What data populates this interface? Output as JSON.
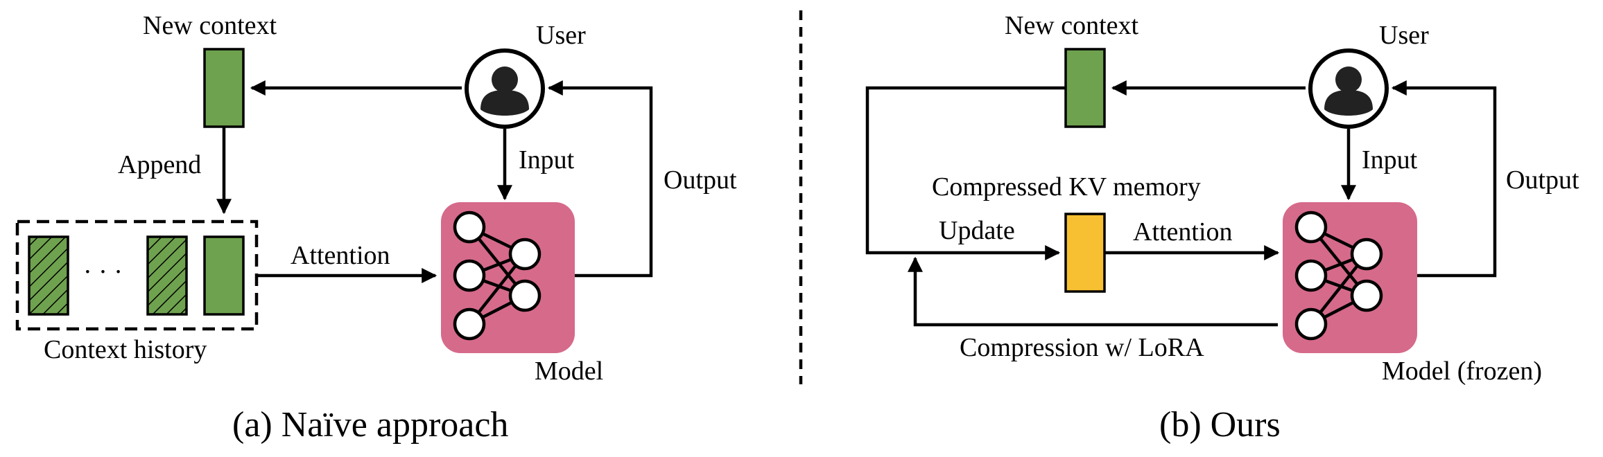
{
  "colors": {
    "context_block": "#6fa24e",
    "model_box": "#d66a8b",
    "memory_block": "#f7c033",
    "line": "#000000",
    "background": "#ffffff"
  },
  "panel_a": {
    "new_context": "New context",
    "user": "User",
    "append": "Append",
    "input": "Input",
    "output": "Output",
    "attention": "Attention",
    "ellipsis": "· · ·",
    "context_history": "Context history",
    "model": "Model",
    "caption": "(a) Naïve approach",
    "icons": [
      "user-icon",
      "neural-network-icon"
    ]
  },
  "panel_b": {
    "new_context": "New context",
    "user": "User",
    "input": "Input",
    "output": "Output",
    "compressed_kv_memory": "Compressed KV memory",
    "update": "Update",
    "attention": "Attention",
    "compression": "Compression w/ LoRA",
    "model": "Model (frozen)",
    "caption": "(b) Ours",
    "icons": [
      "user-icon",
      "neural-network-icon"
    ]
  }
}
